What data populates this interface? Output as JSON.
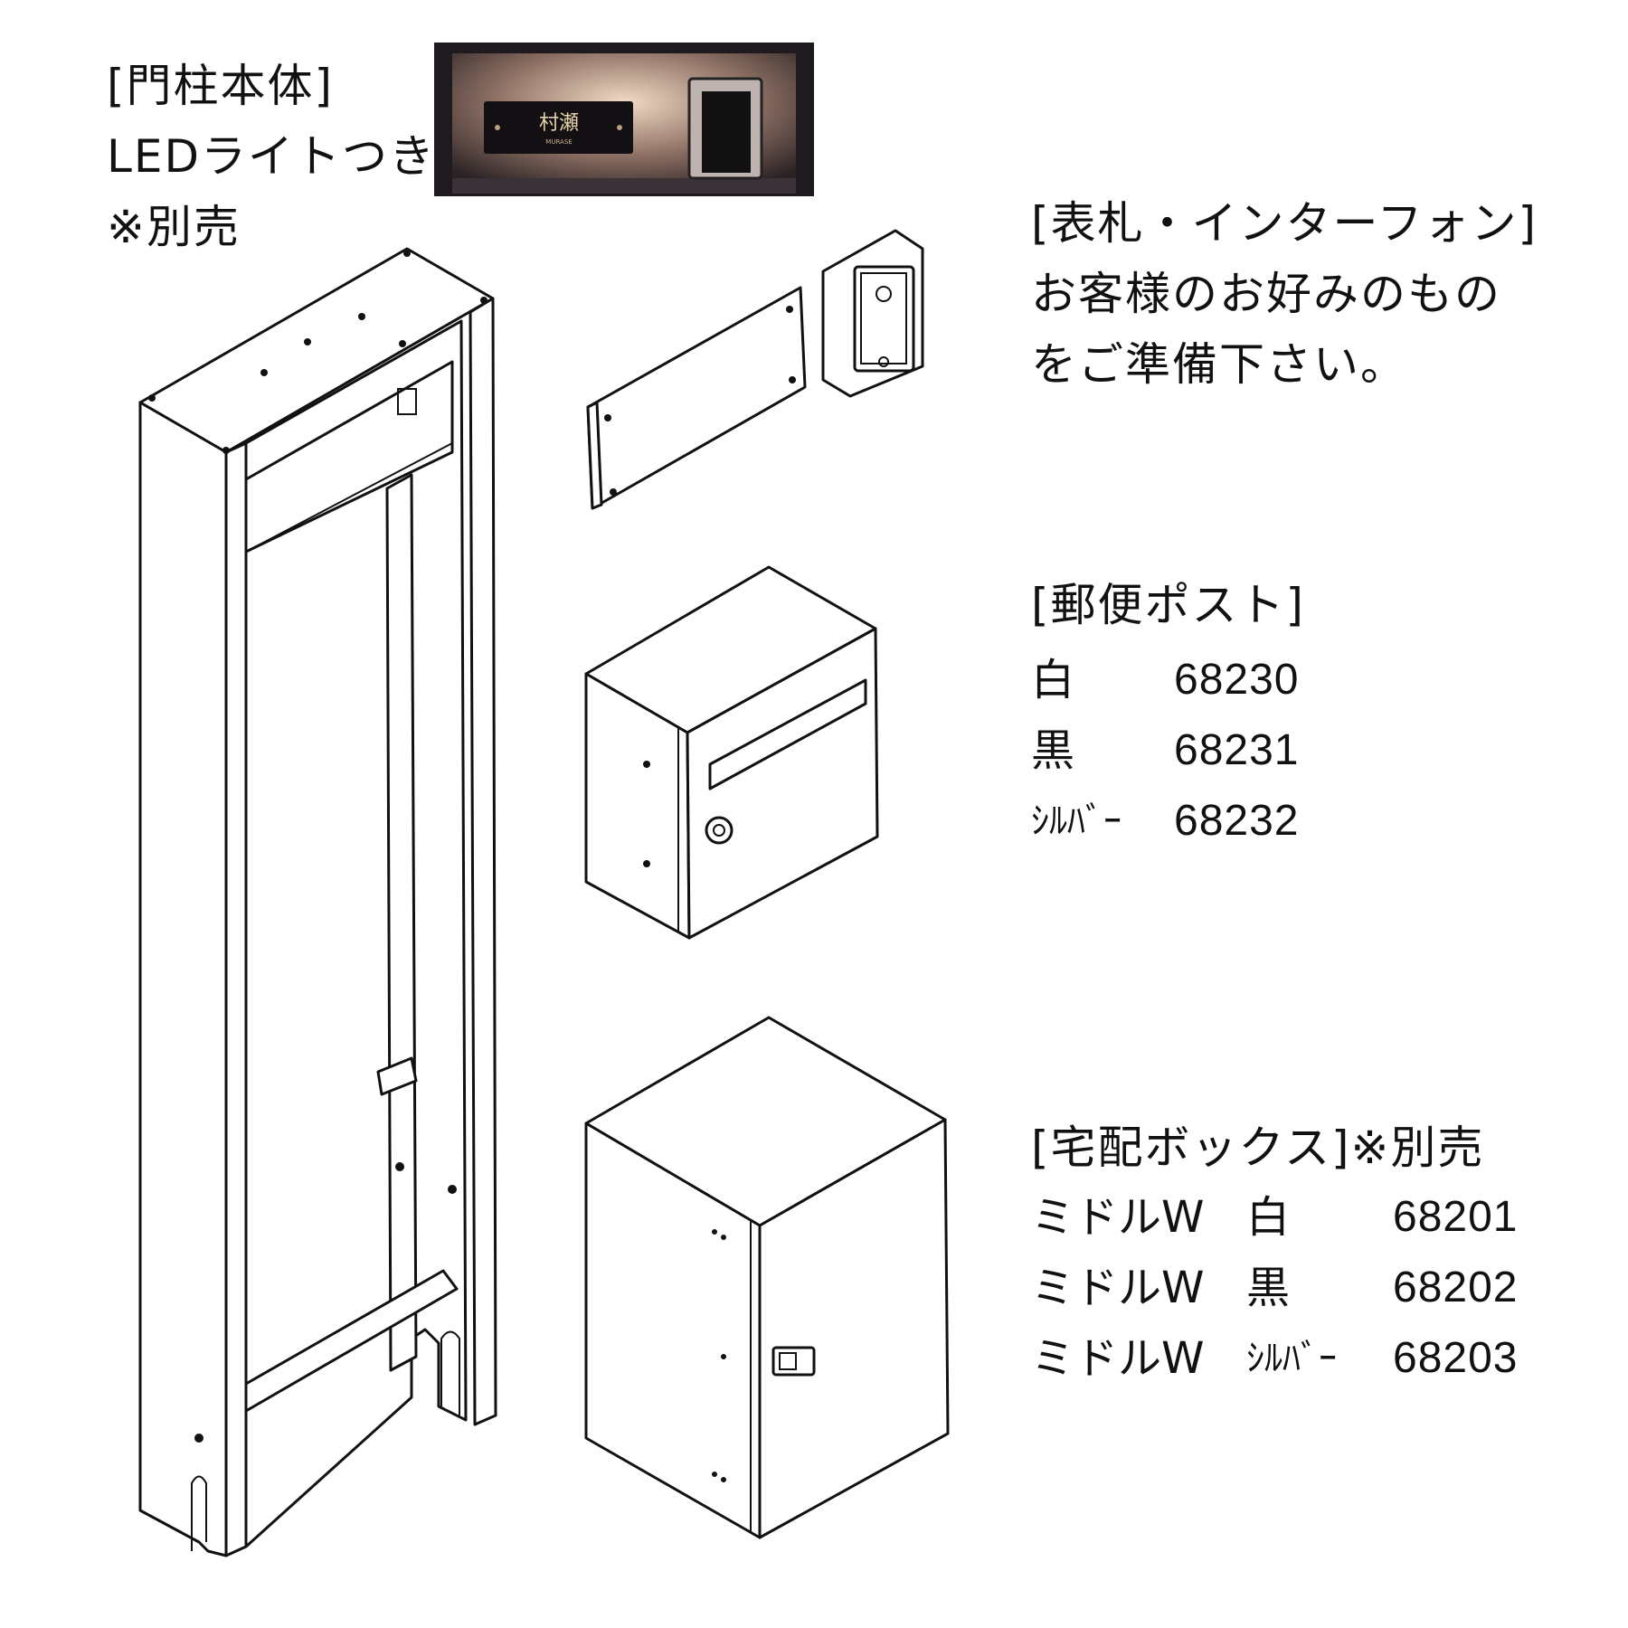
{
  "gate_pillar": {
    "lines": [
      "[門柱本体]",
      "LEDライトつき",
      "※別売"
    ],
    "photo": {
      "nameplate_kanji": "村瀬",
      "nameplate_roman": "MURASE"
    }
  },
  "nameplate_intercom": {
    "lines": [
      "[表札・インターフォン]",
      "お客様のお好みのもの",
      "をご準備下さい。"
    ]
  },
  "mailbox": {
    "heading": "[郵便ポスト]",
    "rows": [
      {
        "color": "白",
        "code": "68230"
      },
      {
        "color": "黒",
        "code": "68231"
      },
      {
        "color": "ｼﾙﾊﾞｰ",
        "code": "68232"
      }
    ]
  },
  "delivery_box": {
    "heading": "[宅配ボックス]※別売",
    "rows": [
      {
        "model": "ミドルW",
        "color": "白",
        "code": "68201"
      },
      {
        "model": "ミドルW",
        "color": "黒",
        "code": "68202"
      },
      {
        "model": "ミドルW",
        "color": "ｼﾙﾊﾞｰ",
        "code": "68203"
      }
    ]
  }
}
